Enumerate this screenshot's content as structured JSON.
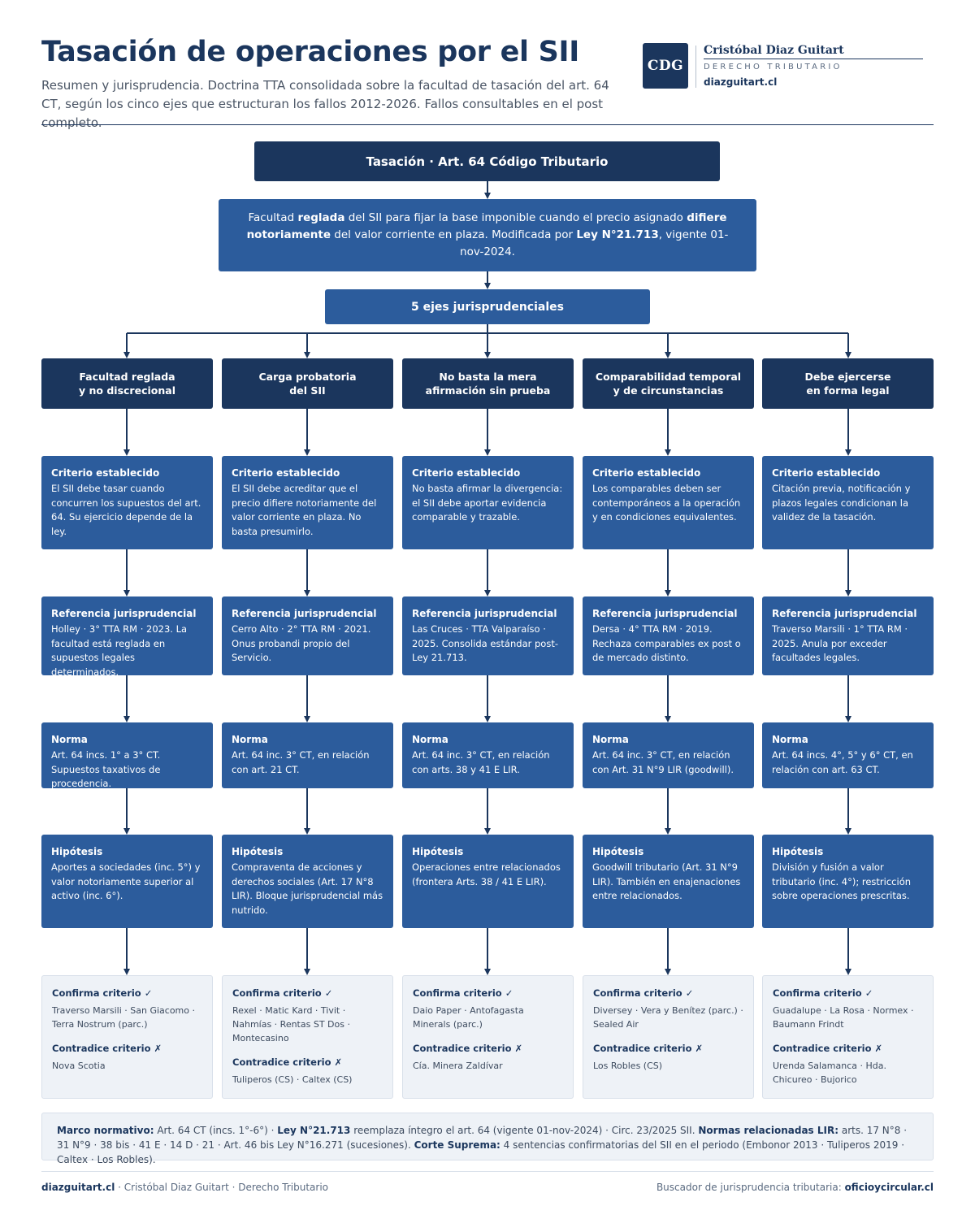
{
  "header": {
    "title": "Tasación de operaciones por el SII",
    "subtitle": "Resumen y jurisprudencia. Doctrina TTA consolidada sobre la facultad de tasación del art. 64 CT, según los cinco ejes que estructuran los fallos 2012-2026. Fallos consultables en el post completo."
  },
  "brand": {
    "logo": "CDG",
    "name": "Cristóbal Diaz Guitart",
    "tagline": "DERECHO TRIBUTARIO",
    "url": "diazguitart.cl"
  },
  "root": {
    "label": "Tasación · Art. 64 Código Tributario"
  },
  "definition": {
    "t1": "Facultad ",
    "b1": "reglada",
    "t2": " del SII para fijar la base imponible cuando el precio asignado ",
    "b2": "difiere notoriamente",
    "t3": " del valor corriente en plaza. Modificada por ",
    "b3": "Ley N°21.713",
    "t4": ", vigente 01-nov-2024."
  },
  "ejes": {
    "label": "5 ejes jurisprudenciales"
  },
  "labels": {
    "criterio": "Criterio establecido",
    "referencia": "Referencia jurisprudencial",
    "norma": "Norma",
    "hipotesis": "Hipótesis",
    "confirma": "Confirma criterio ✓",
    "contradice": "Contradice criterio ✗"
  },
  "axes": [
    {
      "title": "Facultad reglada\ny no discrecional",
      "criterio": "El SII debe tasar cuando concurren los supuestos del art. 64. Su ejercicio depende de la ley.",
      "referencia": "Holley · 3° TTA RM · 2023. La facultad está reglada en supuestos legales determinados.",
      "norma": "Art. 64 incs. 1° a 3° CT. Supuestos taxativos de procedencia.",
      "hipotesis": "Aportes a sociedades (inc. 5°) y valor notoriamente superior al activo (inc. 6°).",
      "confirma": "Traverso Marsili · San Giacomo · Terra Nostrum (parc.)",
      "contradice": "Nova Scotia"
    },
    {
      "title": "Carga probatoria\ndel SII",
      "criterio": "El SII debe acreditar que el precio difiere notoriamente del valor corriente en plaza. No basta presumirlo.",
      "referencia": "Cerro Alto · 2° TTA RM · 2021. Onus probandi propio del Servicio.",
      "norma": "Art. 64 inc. 3° CT, en relación con art. 21 CT.",
      "hipotesis": "Compraventa de acciones y derechos sociales (Art. 17 N°8 LIR). Bloque jurisprudencial más nutrido.",
      "confirma": "Rexel · Matic Kard · Tivit · Nahmías · Rentas ST Dos · Montecasino",
      "contradice": "Tuliperos (CS) · Caltex (CS)"
    },
    {
      "title": "No basta la mera\nafirmación sin prueba",
      "criterio": "No basta afirmar la divergencia: el SII debe aportar evidencia comparable y trazable.",
      "referencia": "Las Cruces · TTA Valparaíso · 2025. Consolida estándar post-Ley 21.713.",
      "norma": "Art. 64 inc. 3° CT, en relación con arts. 38 y 41 E LIR.",
      "hipotesis": "Operaciones entre relacionados (frontera Arts. 38 / 41 E LIR).",
      "confirma": "Daio Paper · Antofagasta Minerals (parc.)",
      "contradice": "Cía. Minera Zaldívar"
    },
    {
      "title": "Comparabilidad temporal\ny de circunstancias",
      "criterio": "Los comparables deben ser contemporáneos a la operación y en condiciones equivalentes.",
      "referencia": "Dersa · 4° TTA RM · 2019. Rechaza comparables ex post o de mercado distinto.",
      "norma": "Art. 64 inc. 3° CT, en relación con Art. 31 N°9 LIR (goodwill).",
      "hipotesis": "Goodwill tributario (Art. 31 N°9 LIR). También en enajenaciones entre relacionados.",
      "confirma": "Diversey · Vera y Benítez (parc.) · Sealed Air",
      "contradice": "Los Robles (CS)"
    },
    {
      "title": "Debe ejercerse\nen forma legal",
      "criterio": "Citación previa, notificación y plazos legales condicionan la validez de la tasación.",
      "referencia": "Traverso Marsili · 1° TTA RM · 2025. Anula por exceder facultades legales.",
      "norma": "Art. 64 incs. 4°, 5° y 6° CT, en relación con art. 63 CT.",
      "hipotesis": "División y fusión a valor tributario (inc. 4°); restricción sobre operaciones prescritas.",
      "confirma": "Guadalupe · La Rosa · Normex · Baumann Frindt",
      "contradice": "Urenda Salamanca · Hda. Chicureo · Bujorico"
    }
  ],
  "footer_note": {
    "l1": "Marco normativo:",
    "t1": " Art. 64 CT (incs. 1°-6°) · ",
    "l2": "Ley N°21.713",
    "t2": " reemplaza íntegro el art. 64 (vigente 01-nov-2024) · Circ. 23/2025 SII. ",
    "l3": "Normas relacionadas LIR:",
    "t3": " arts. 17 N°8 · 31 N°9 · 38 bis · 41 E · 14 D · 21 · Art. 46 bis Ley N°16.271 (sucesiones). ",
    "l4": "Corte Suprema:",
    "t4": " 4 sentencias confirmatorias del SII en el periodo (Embonor 2013 · Tuliperos 2019 · Caltex · Los Robles)."
  },
  "footer": {
    "left_bold": "diazguitart.cl",
    "left_text": " · Cristóbal Diaz Guitart · Derecho Tributario",
    "right_text": "Buscador de jurisprudencia tributaria: ",
    "right_bold": "oficioycircular.cl"
  },
  "colors": {
    "navy": "#1b365d",
    "blue": "#2c5c9c",
    "light": "#eef2f7"
  }
}
